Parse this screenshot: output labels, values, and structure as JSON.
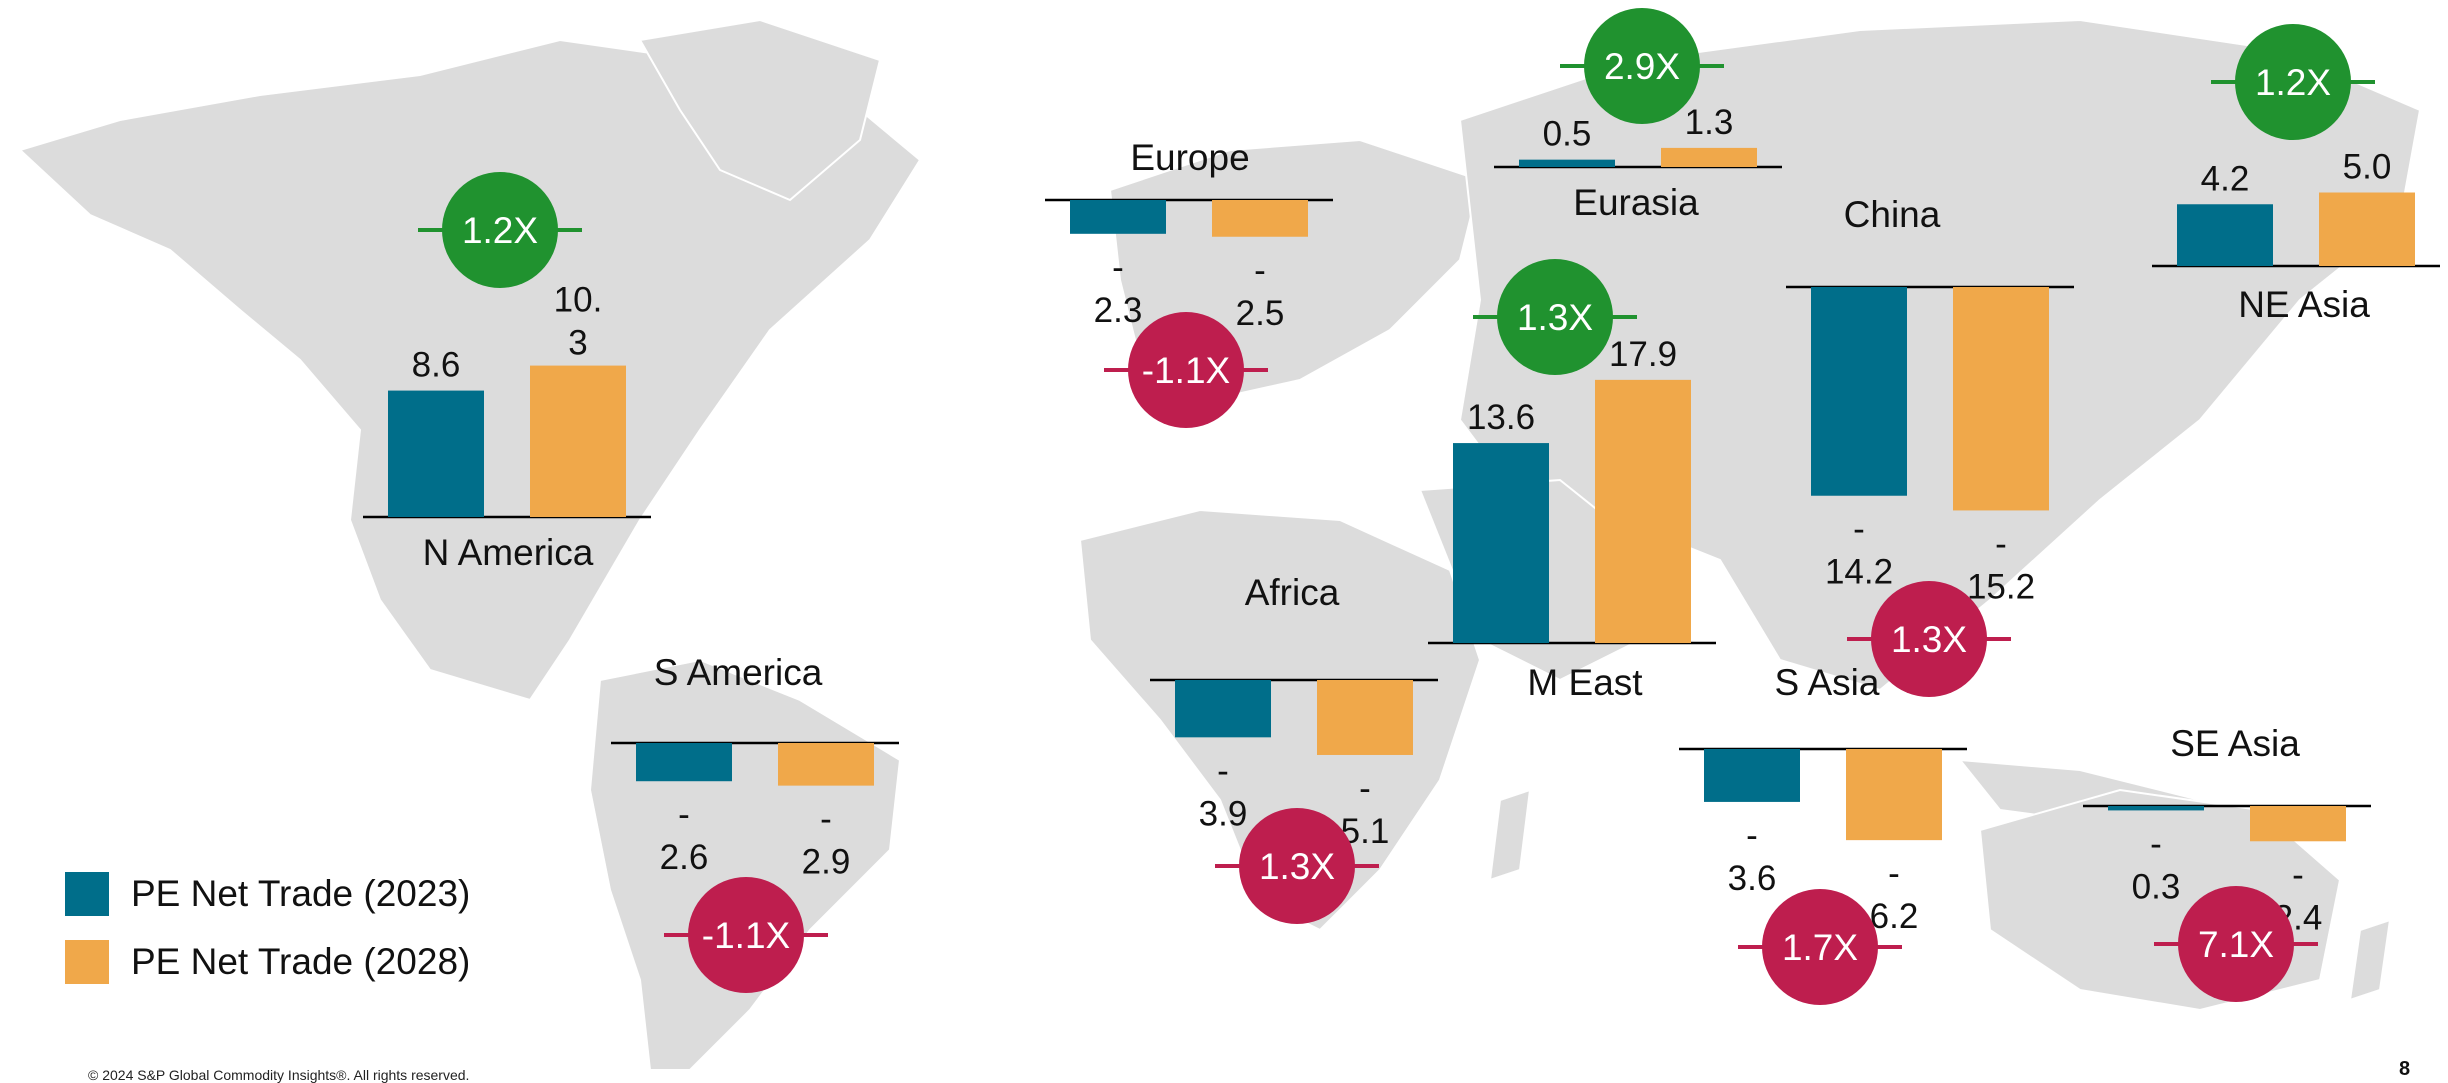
{
  "colors": {
    "series_2023": "#006E8A",
    "series_2028": "#F0A84A",
    "growth_up": "#20922F",
    "growth_down": "#BE1E4E",
    "land": "#DCDCDC"
  },
  "chart_data": {
    "type": "bar",
    "unit_note": "",
    "series": [
      {
        "name": "PE Net Trade (2023)"
      },
      {
        "name": "PE Net Trade (2028)"
      }
    ],
    "regions": [
      {
        "name": "N America",
        "values": [
          8.6,
          10.3
        ],
        "labels": [
          "8.6",
          "10.\n3"
        ],
        "multiplier": "1.2X",
        "trend": "up"
      },
      {
        "name": "S America",
        "values": [
          -2.6,
          -2.9
        ],
        "labels": [
          "-\n2.6",
          "-\n2.9"
        ],
        "multiplier": "-1.1X",
        "trend": "down"
      },
      {
        "name": "Europe",
        "values": [
          -2.3,
          -2.5
        ],
        "labels": [
          "-\n2.3",
          "-\n2.5"
        ],
        "multiplier": "-1.1X",
        "trend": "down"
      },
      {
        "name": "Africa",
        "values": [
          -3.9,
          -5.1
        ],
        "labels": [
          "-\n3.9",
          "-\n5.1"
        ],
        "multiplier": "1.3X",
        "trend": "down"
      },
      {
        "name": "Eurasia",
        "values": [
          0.5,
          1.3
        ],
        "labels": [
          "0.5",
          "1.3"
        ],
        "multiplier": "2.9X",
        "trend": "up"
      },
      {
        "name": "M East",
        "values": [
          13.6,
          17.9
        ],
        "labels": [
          "13.6",
          "17.9"
        ],
        "multiplier": "1.3X",
        "trend": "up"
      },
      {
        "name": "China",
        "values": [
          -14.2,
          -15.2
        ],
        "labels": [
          "-\n14.2",
          "-\n15.2"
        ],
        "multiplier": "1.3X",
        "trend": "down"
      },
      {
        "name": "S Asia",
        "values": [
          -3.6,
          -6.2
        ],
        "labels": [
          "-\n3.6",
          "-\n6.2"
        ],
        "multiplier": "1.7X",
        "trend": "down"
      },
      {
        "name": "NE Asia",
        "values": [
          4.2,
          5.0
        ],
        "labels": [
          "4.2",
          "5.0"
        ],
        "multiplier": "1.2X",
        "trend": "up"
      },
      {
        "name": "SE Asia",
        "values": [
          -0.3,
          -2.4
        ],
        "labels": [
          "-\n0.3",
          "-\n2.4"
        ],
        "multiplier": "7.1X",
        "trend": "down"
      }
    ]
  },
  "legend": {
    "item_2023": "PE Net Trade (2023)",
    "item_2028": "PE Net Trade (2028)"
  },
  "footer": "© 2024 S&P Global Commodity Insights®. All rights reserved.",
  "page_number": "8"
}
